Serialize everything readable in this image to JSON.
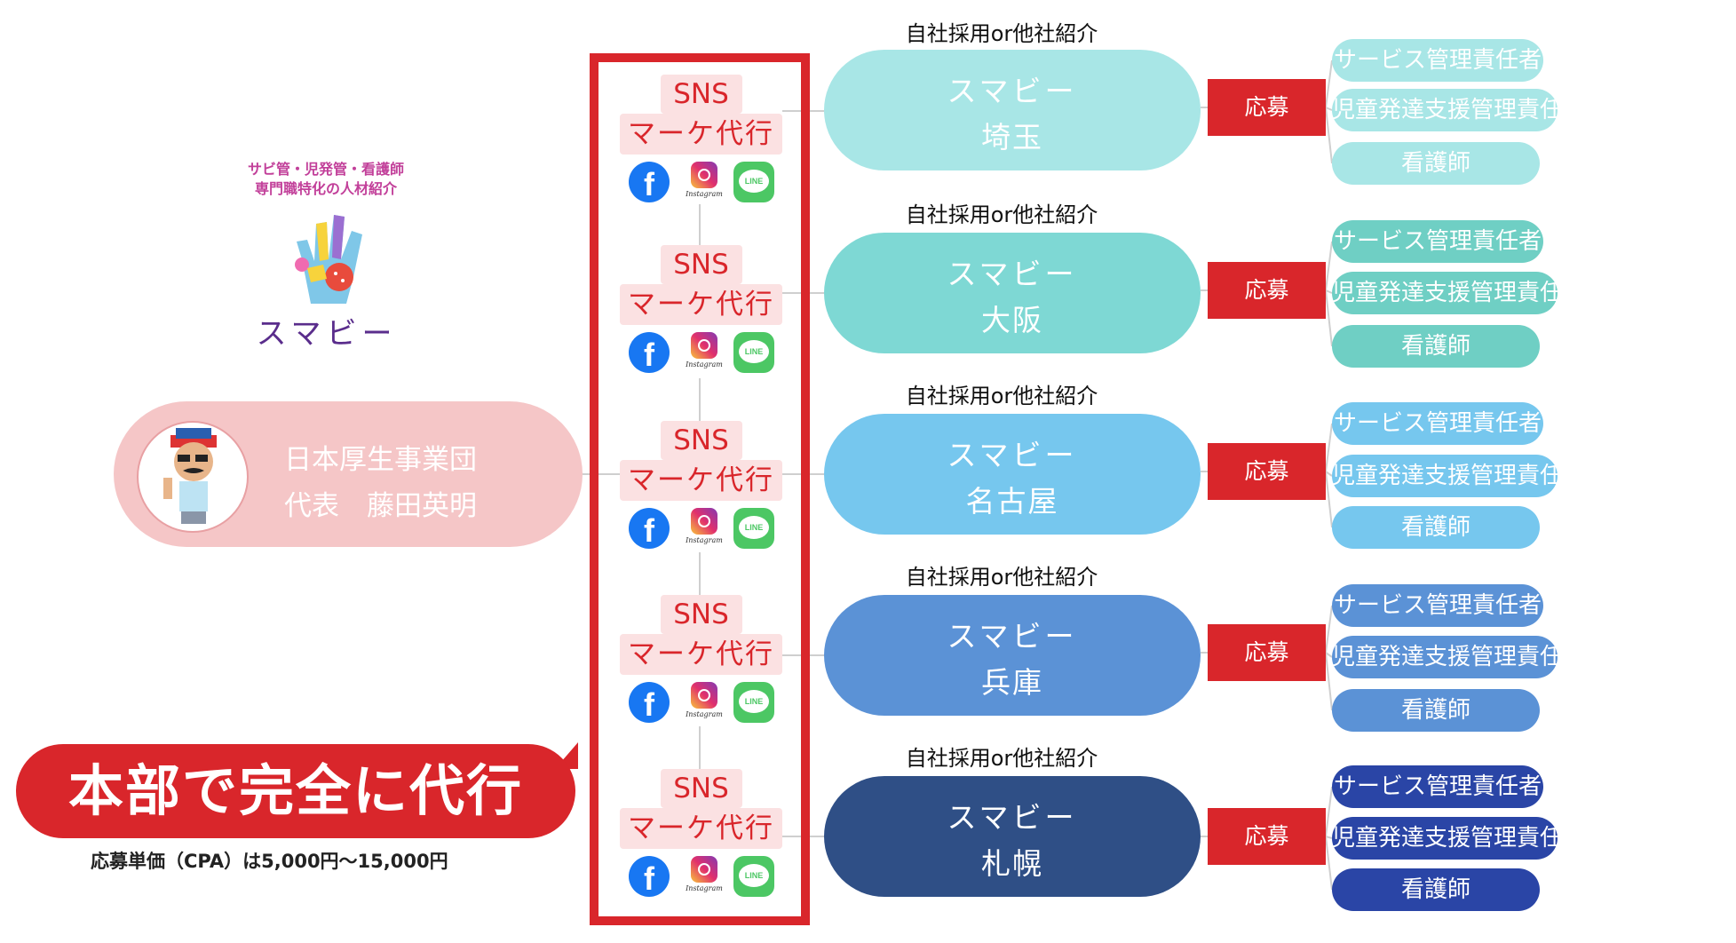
{
  "logo": {
    "tagline1": "サビ管・児発管・看護師",
    "tagline2": "専門職特化の人材紹介",
    "name": "スマビー"
  },
  "ceo": {
    "org": "日本厚生事業団",
    "title": "代表　藤田英明"
  },
  "callout": {
    "text": "本部で完全に代行",
    "cpa": "応募単価（CPA）は5,000円〜15,000円"
  },
  "sns_card": {
    "line1": "SNS",
    "line2": "マーケ代行",
    "icons": [
      "facebook-icon",
      "instagram-icon",
      "line-icon"
    ],
    "instagram_label": "Instagram",
    "line_label": "LINE"
  },
  "regions": [
    {
      "caption": "自社採用or他社紹介",
      "brand": "スマビー",
      "city": "埼玉",
      "color": "#a8e6e6",
      "role_color": "#a8e6e6"
    },
    {
      "caption": "自社採用or他社紹介",
      "brand": "スマビー",
      "city": "大阪",
      "color": "#7ed8d4",
      "role_color": "#6fcfc4"
    },
    {
      "caption": "自社採用or他社紹介",
      "brand": "スマビー",
      "city": "名古屋",
      "color": "#76c7ee",
      "role_color": "#76c7ee"
    },
    {
      "caption": "自社採用or他社紹介",
      "brand": "スマビー",
      "city": "兵庫",
      "color": "#5b92d6",
      "role_color": "#5b92d6"
    },
    {
      "caption": "自社採用or他社紹介",
      "brand": "スマビー",
      "city": "札幌",
      "color": "#2f4f86",
      "role_color": "#2a45a6"
    }
  ],
  "apply_label": "応募",
  "roles": [
    "サービス管理責任者",
    "児童発達支援管理責任者",
    "看護師"
  ]
}
